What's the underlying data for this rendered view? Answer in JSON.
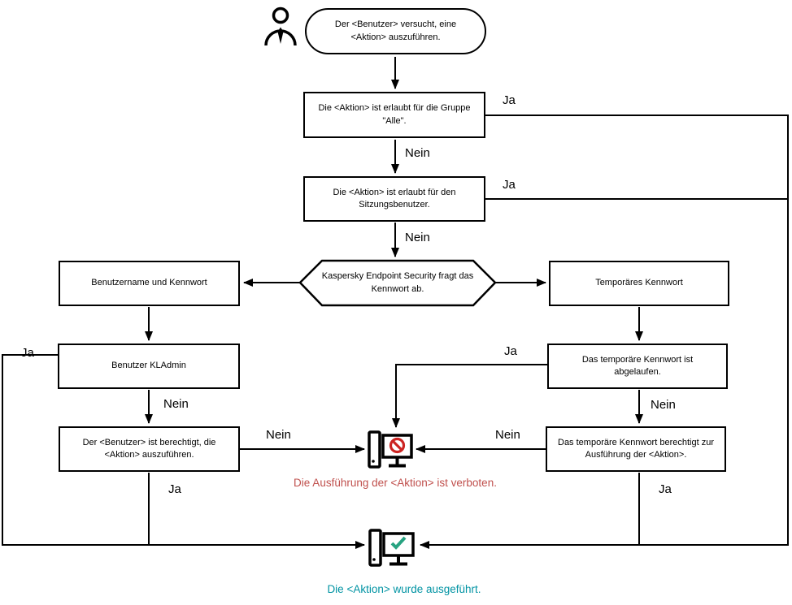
{
  "nodes": {
    "start": "Der <Benutzer> versucht, eine <Aktion> auszuführen.",
    "action_allowed_group_all": "Die <Aktion> ist erlaubt für die Gruppe \"Alle\".",
    "action_allowed_session_user": "Die <Aktion> ist erlaubt für den Sitzungsbenutzer.",
    "password_prompt": "Kaspersky Endpoint Security fragt das Kennwort ab.",
    "username_password": "Benutzername und Kennwort",
    "temporary_password": "Temporäres Kennwort",
    "kladmin_user": "Benutzer KLAdmin",
    "user_authorized": "Der <Benutzer> ist berechtigt, die <Aktion> auszuführen.",
    "temp_password_expired": "Das temporäre Kennwort ist abgelaufen.",
    "temp_password_authorizes": "Das temporäre Kennwort berechtigt zur Ausführung der <Aktion>.",
    "action_forbidden": "Die Ausführung der <Aktion> ist verboten.",
    "action_executed": "Die <Aktion> wurde ausgeführt."
  },
  "labels": {
    "yes": "Ja",
    "no": "Nein"
  },
  "colors": {
    "line": "#000000",
    "forbidden_text": "#c0504d",
    "prohibition_sign": "#cc2422",
    "success_text": "#0093a3",
    "check_mark": "#27a381"
  }
}
